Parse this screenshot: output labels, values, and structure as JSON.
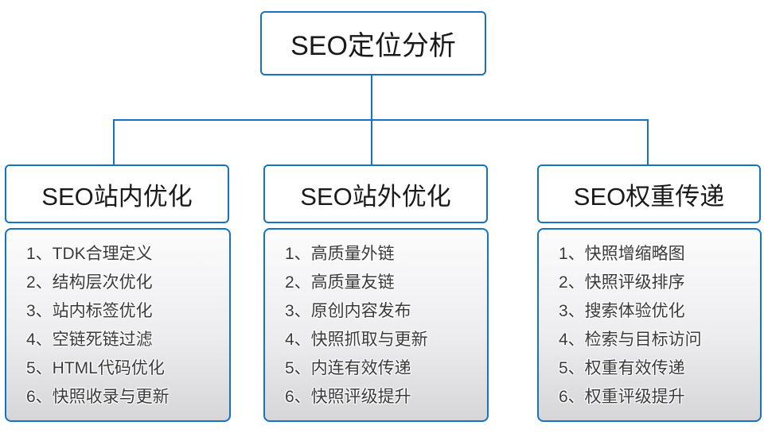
{
  "root": {
    "title": "SEO定位分析"
  },
  "colors": {
    "connector_and_border": "#1672C3",
    "list_gradient_top": "#FCFCFD",
    "list_gradient_bottom": "#D6D6D8",
    "list_text": "#3A3A3A",
    "header_text": "#1A1A1A"
  },
  "columns": [
    {
      "title": "SEO站内优化",
      "items": [
        "1、TDK合理定义",
        "2、结构层次优化",
        "3、站内标签优化",
        "4、空链死链过滤",
        "5、HTML代码优化",
        "6、快照收录与更新"
      ]
    },
    {
      "title": "SEO站外优化",
      "items": [
        "1、高质量外链",
        "2、高质量友链",
        "3、原创内容发布",
        "4、快照抓取与更新",
        "5、内连有效传递",
        "6、快照评级提升"
      ]
    },
    {
      "title": "SEO权重传递",
      "items": [
        "1、快照增缩略图",
        "2、快照评级排序",
        "3、搜索体验优化",
        "4、检索与目标访问",
        "5、权重有效传递",
        "6、权重评级提升"
      ]
    }
  ]
}
